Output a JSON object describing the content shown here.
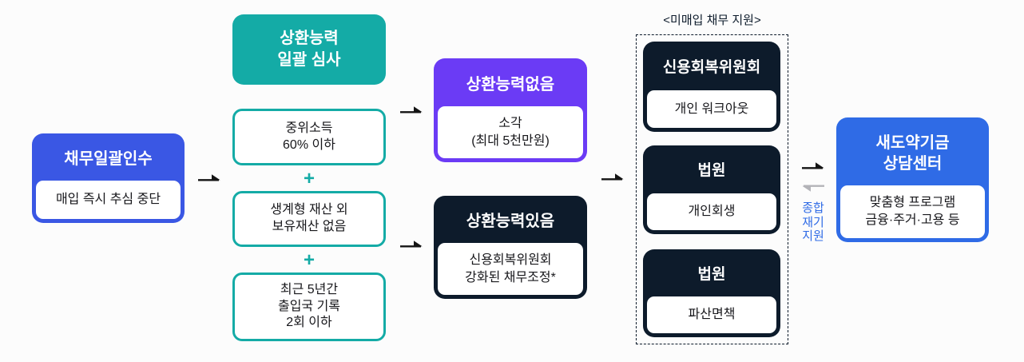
{
  "colors": {
    "blue": "#3A57E4",
    "blue-bright": "#2F6BE6",
    "teal": "#14ABA6",
    "purple": "#6B3BF5",
    "navy": "#0D1B2B",
    "ink": "#17171B",
    "arrow": "#141414",
    "arrow-gray": "#B3B3B8",
    "page-bg": "#FCFCFC"
  },
  "flow": {
    "debt_takeover": {
      "title": "채무일괄인수",
      "body": "매입 즉시 추심 중단"
    },
    "screening": {
      "title": "상환능력\n일괄 심사",
      "plus": "+",
      "criteria": [
        "중위소득\n60% 이하",
        "생계형 재산 외\n보유재산 없음",
        "최근 5년간\n출입국 기록\n2회 이하"
      ]
    },
    "no_ability": {
      "title": "상환능력없음",
      "body": "소각\n(최대 5천만원)"
    },
    "has_ability": {
      "title": "상환능력있음",
      "body": "신용회복위원회\n강화된 채무조정*"
    },
    "unpurchased": {
      "label": "<미매입 채무 지원>",
      "cards": [
        {
          "title": "신용회복위원회",
          "body": "개인 워크아웃"
        },
        {
          "title": "법원",
          "body": "개인회생"
        },
        {
          "title": "법원",
          "body": "파산면책"
        }
      ]
    },
    "support_label": "종합\n재기\n지원",
    "counseling": {
      "title": "새도약기금\n상담센터",
      "body": "맞춤형 프로그램\n금융·주거·고용 등"
    }
  }
}
